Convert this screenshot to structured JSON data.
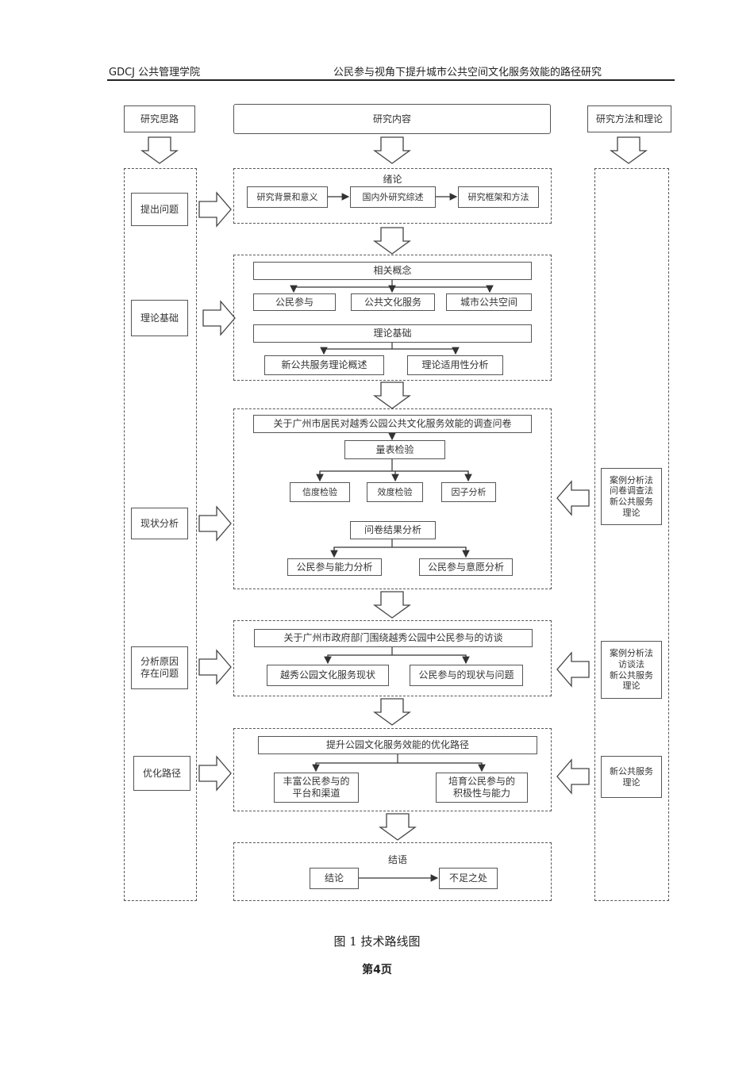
{
  "header": {
    "left": "GDCJ 公共管理学院",
    "right": "公民参与视角下提升城市公共空间文化服务效能的路径研究"
  },
  "columns": {
    "left_title": "研究思路",
    "center_title": "研究内容",
    "right_title": "研究方法和理论"
  },
  "steps": [
    "提出问题",
    "理论基础",
    "现状分析",
    "分析原因\n存在问题",
    "优化路径"
  ],
  "sections": {
    "intro": {
      "title": "绪论",
      "items": [
        "研究背景和意义",
        "国内外研究综述",
        "研究框架和方法"
      ]
    },
    "theory": {
      "concepts_title": "相关概念",
      "concepts": [
        "公民参与",
        "公共文化服务",
        "城市公共空间"
      ],
      "basis_title": "理论基础",
      "basis": [
        "新公共服务理论概述",
        "理论适用性分析"
      ]
    },
    "status": {
      "survey_title": "关于广州市居民对越秀公园公共文化服务效能的调查问卷",
      "scale_title": "量表检验",
      "scale_items": [
        "信度检验",
        "效度检验",
        "因子分析"
      ],
      "result_title": "问卷结果分析",
      "result_items": [
        "公民参与能力分析",
        "公民参与意愿分析"
      ]
    },
    "cause": {
      "title": "关于广州市政府部门围绕越秀公园中公民参与的访谈",
      "items": [
        "越秀公园文化服务现状",
        "公民参与的现状与问题"
      ]
    },
    "path": {
      "title": "提升公园文化服务效能的优化路径",
      "items": [
        "丰富公民参与的\n平台和渠道",
        "培育公民参与的\n积极性与能力"
      ]
    },
    "conclusion": {
      "title": "结语",
      "items": [
        "结论",
        "不足之处"
      ]
    }
  },
  "methods": [
    "案例分析法\n问卷调查法\n新公共服务\n理论",
    "案例分析法\n访谈法\n新公共服务\n理论",
    "新公共服务\n理论"
  ],
  "caption": "图 1 技术路线图",
  "page_number": "第4页"
}
